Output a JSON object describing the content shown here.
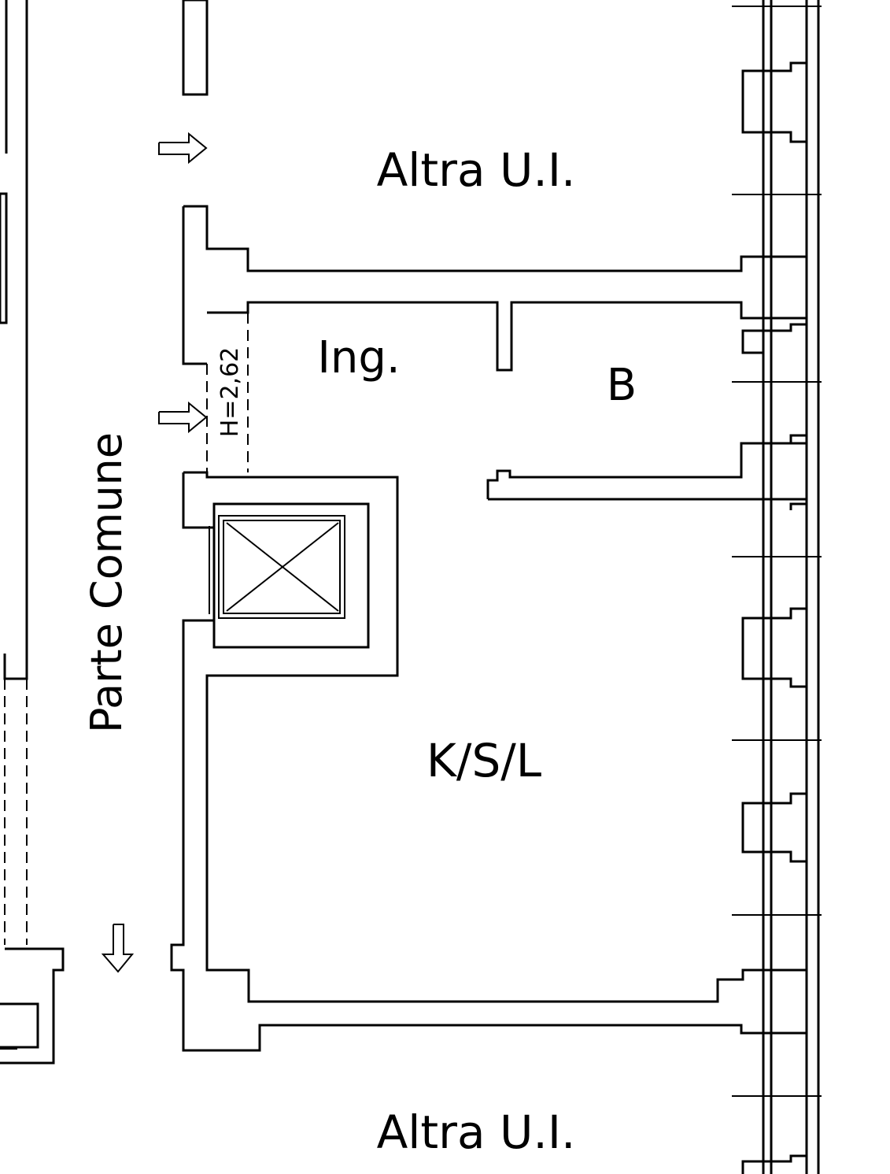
{
  "plan": {
    "rooms": {
      "upper_unit": "Altra U.I.",
      "entrance": "Ing.",
      "bathroom": "B",
      "kitchen_living": "K/S/L",
      "lower_unit": "Altra U.I.",
      "common_area": "Parte Comune"
    },
    "ceiling_height": "H=2,62",
    "icons": {
      "entry_arrow_upper": "arrow-right-icon",
      "entry_arrow_main": "arrow-right-icon",
      "exit_arrow": "arrow-down-icon",
      "lift": "elevator-shaft-icon"
    },
    "colors": {
      "ink": "#000000",
      "paper": "#ffffff"
    }
  }
}
